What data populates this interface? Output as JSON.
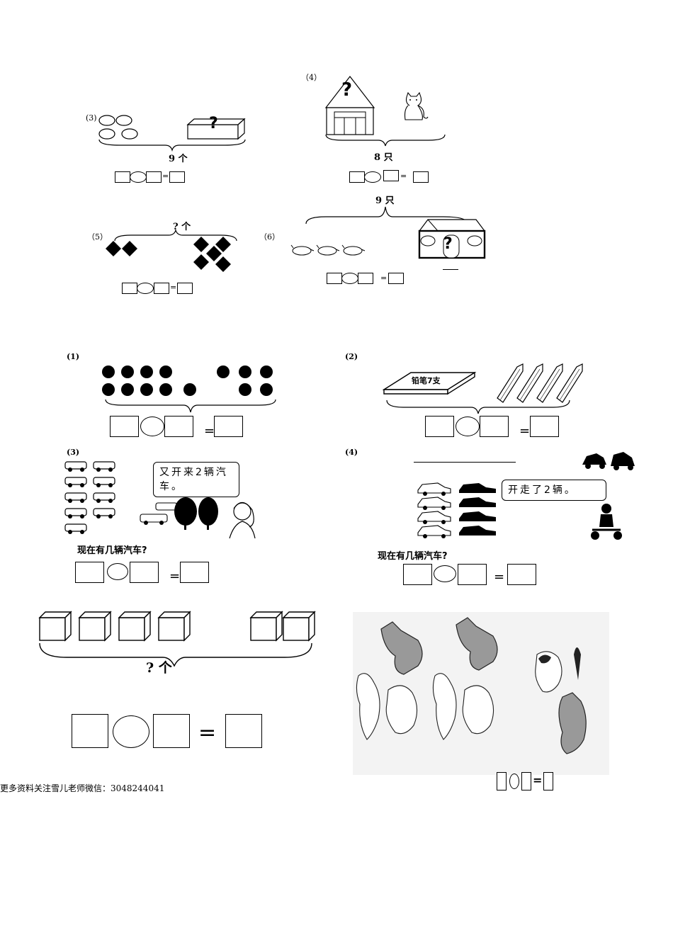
{
  "top": {
    "p3": {
      "label": "(3)",
      "total": "9 个"
    },
    "p4": {
      "label": "（4）",
      "total": "8 只",
      "question_mark": "?"
    },
    "p5": {
      "label": "（5）",
      "total": "? 个"
    },
    "p6": {
      "label": "（6）",
      "total": "9 只",
      "question_mark": "?"
    },
    "box_question_mark": "?"
  },
  "bottom": {
    "q1": {
      "label": "(1)"
    },
    "q2": {
      "label": "(2)",
      "box_text": "铅笔7支"
    },
    "q3": {
      "label": "(3)",
      "speech": "又开来2辆汽车。",
      "question": "现在有几辆汽车?"
    },
    "q4": {
      "label": "(4)",
      "speech": "开走了2辆。",
      "question": "现在有几辆汽车?"
    },
    "cubes": {
      "total": "? 个"
    }
  },
  "footer": "更多资料关注雪儿老师微信：3048244041",
  "equals": "="
}
